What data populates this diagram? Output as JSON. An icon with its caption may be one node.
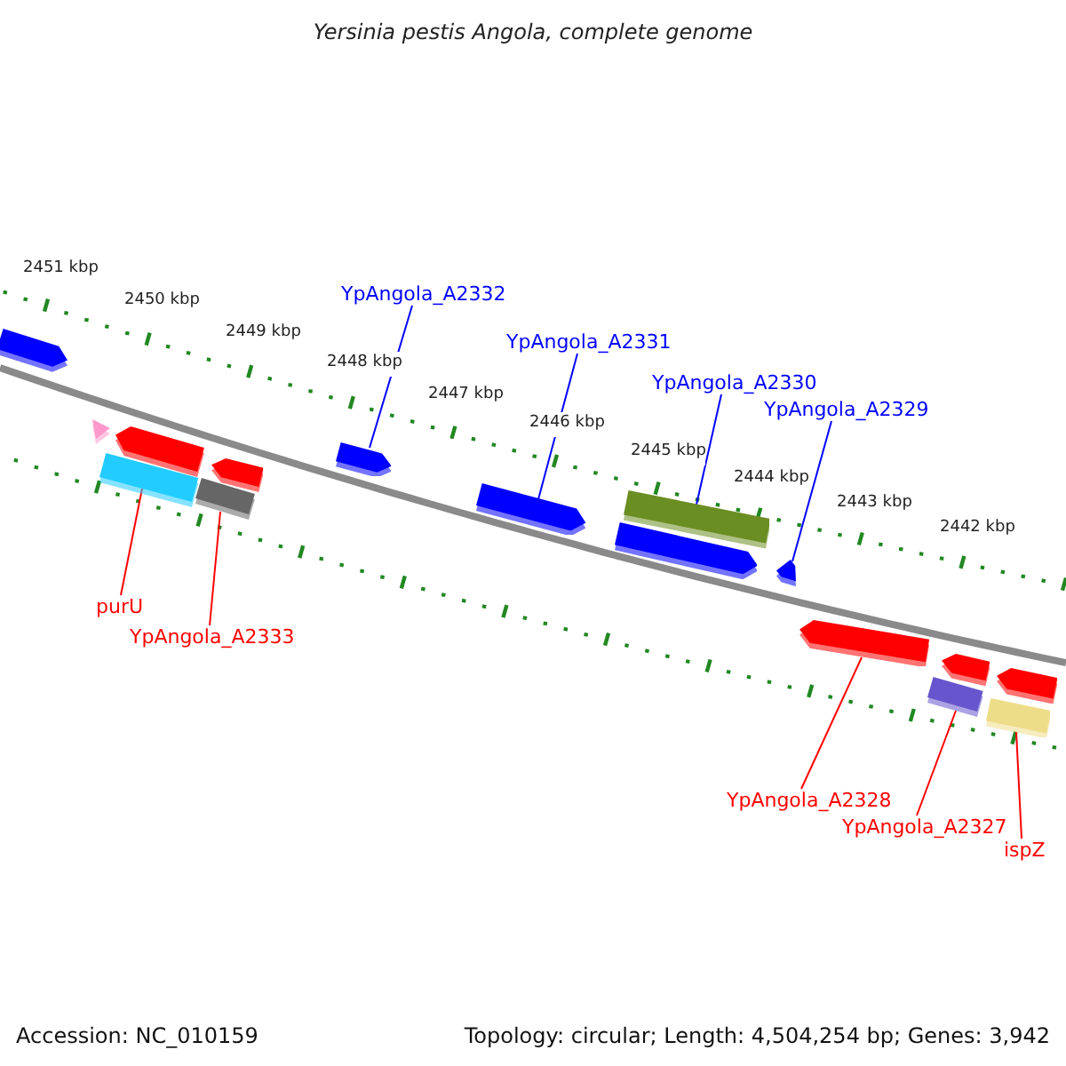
{
  "diagram": {
    "title": "Yersinia pestis Angola, complete genome",
    "nodes": [
      {
        "text": [
          "YpAngola_A2332"
        ]
      },
      {
        "text": [
          "YpAngola_A2331"
        ]
      },
      {
        "text": [
          "YpAngola_A2330"
        ]
      },
      {
        "text": [
          "YpAngola_A2329"
        ]
      },
      {
        "text": [],
        "shape": "pentagon"
      },
      {
        "text": [],
        "shape": "triangle"
      },
      {
        "text": [],
        "shape": "pentagon"
      },
      {
        "text": [],
        "shape": "box"
      },
      {
        "text": [],
        "shape": "pentagon"
      },
      {
        "text": [],
        "shape": "box"
      },
      {
        "text": [],
        "shape": "pentagon"
      },
      {
        "text": [],
        "shape": "pentagon"
      },
      {
        "text": [],
        "shape": "box"
      },
      {
        "text": [],
        "shape": "pentagon"
      },
      {
        "text": [],
        "shape": "pentagon"
      },
      {
        "text": [],
        "shape": "pentagon"
      },
      {
        "text": [],
        "shape": "pentagon"
      },
      {
        "text": [],
        "shape": "box"
      },
      {
        "text": [],
        "shape": "pentagon"
      },
      {
        "text": [],
        "shape": "box"
      },
      {
        "text": [
          "purU"
        ]
      },
      {
        "text": [
          "YpAngola_A2333"
        ]
      },
      {
        "text": [
          "YpAngola_A2328"
        ]
      },
      {
        "text": [
          "YpAngola_A2327"
        ]
      },
      {
        "text": [
          "ispZ"
        ]
      }
    ],
    "edges": [
      {
        "from": 0,
        "to": 10,
        "arrow": "none",
        "color": "#0000ff"
      },
      {
        "from": 1,
        "to": 11,
        "arrow": "none",
        "color": "#0000ff"
      },
      {
        "from": 2,
        "to": 12,
        "arrow": "none",
        "color": "#0000ff"
      },
      {
        "from": 3,
        "to": 14,
        "arrow": "none",
        "color": "#0000ff"
      },
      {
        "from": 20,
        "to": 7,
        "arrow": "none"
      },
      {
        "from": 21,
        "to": 9,
        "arrow": "none"
      },
      {
        "from": 22,
        "to": 15,
        "arrow": "none"
      },
      {
        "from": 23,
        "to": 17,
        "arrow": "none"
      },
      {
        "from": 24,
        "to": 19,
        "arrow": "none"
      }
    ],
    "labels": [
      "2451 kbp",
      "2450 kbp",
      "2449 kbp",
      "2448 kbp",
      "2447 kbp",
      "2446 kbp",
      "2445 kbp",
      "2444 kbp",
      "2443 kbp",
      "2442 kbp",
      "Accession: NC_010159",
      "Topology: circular; Length: 4,504,254 bp; Genes: 3,942"
    ]
  }
}
